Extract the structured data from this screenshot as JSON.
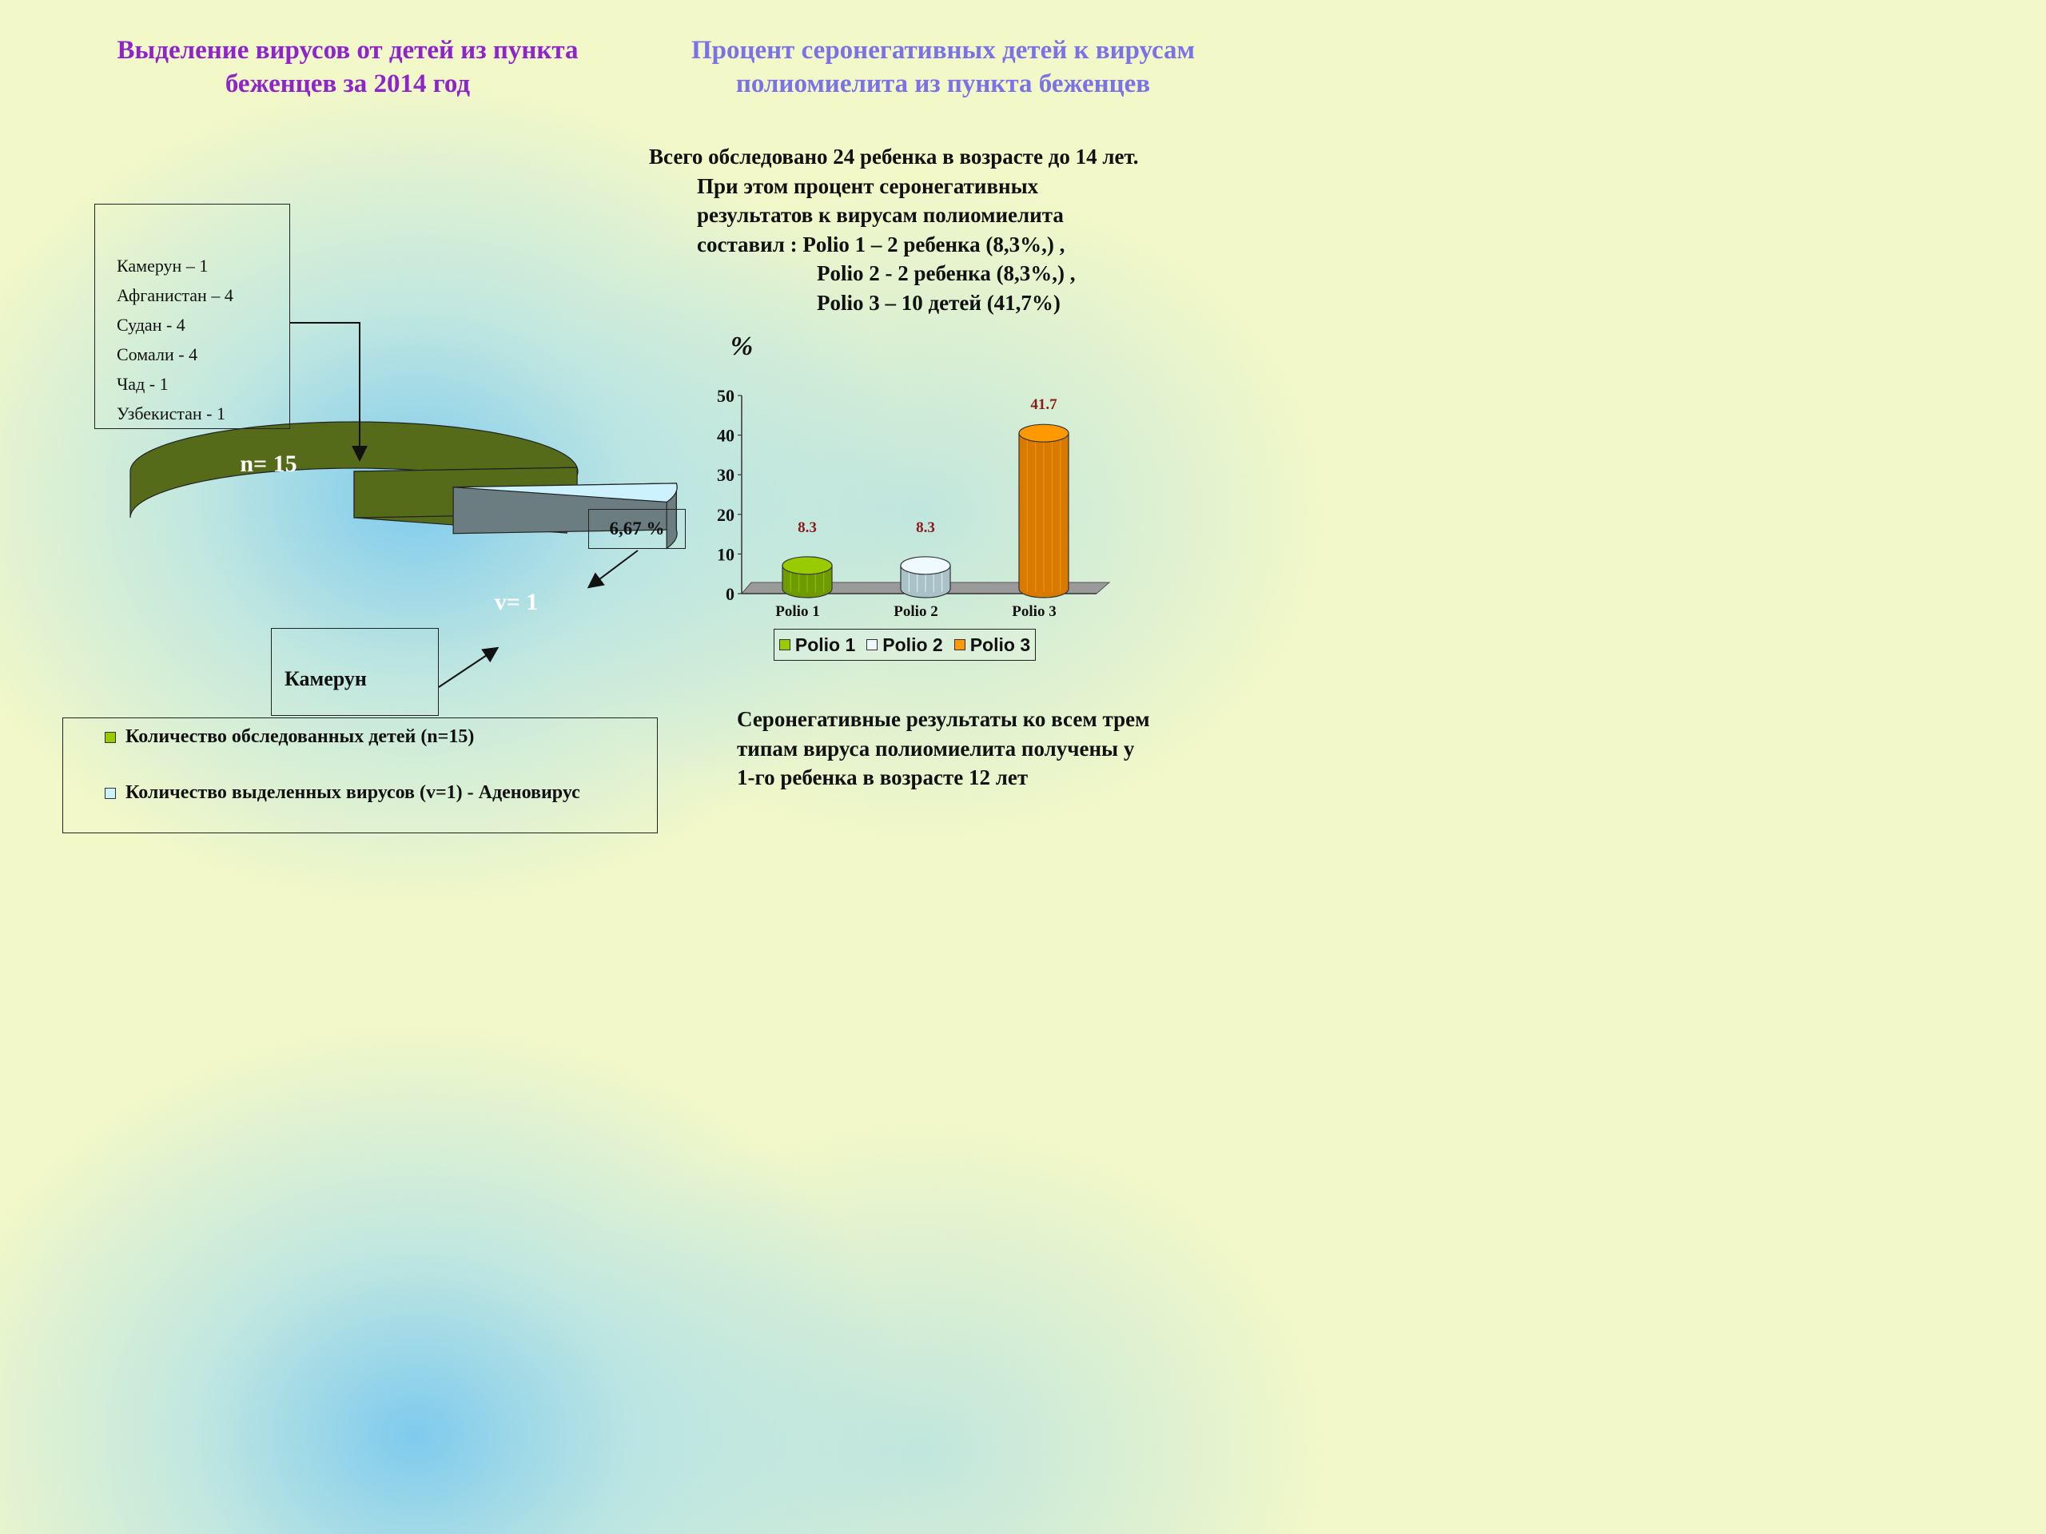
{
  "titles": {
    "left": [
      "Выделение вирусов от детей из пункта",
      "беженцев за 2014 год"
    ],
    "right": [
      "Процент серонегативных детей к вирусам",
      "полиомиелита из пункта беженцев"
    ]
  },
  "info_text": [
    "Всего  обследовано 24 ребенка в возрасте до 14 лет.",
    "При этом процент серонегативных",
    "результатов к вирусам полиомиелита",
    "составил : Polio 1 –  2 ребенка (8,3%,) ,",
    "Polio 2 - 2 ребенка (8,3%,) ,",
    "Polio 3 – 10 детей (41,7%)"
  ],
  "note_text": [
    "Серонегативные результаты ко всем трем",
    "типам  вируса полиомиелита получены у",
    "1-го ребенка в возрасте 12 лет"
  ],
  "country_box": {
    "items": [
      "Камерун – 1",
      "Афганистан – 4",
      "Судан  - 4",
      "Сомали - 4",
      "Чад - 1",
      "Узбекистан - 1"
    ]
  },
  "percent_box": "6,67 %",
  "cameroon_box": "Камерун",
  "colors": {
    "green": "#99cc00",
    "green_side": "#556b1a",
    "light": "#ccf2ff",
    "light_side": "#6b7d80",
    "orange": "#ff9900",
    "title_left": "#8e24c9",
    "title_right": "#7b72e8",
    "data_label": "#8b1a1a"
  },
  "chart_data": [
    {
      "type": "pie",
      "style": "3d-exploded",
      "slices": [
        {
          "label": "n= 15",
          "value": 15,
          "color": "#99cc00"
        },
        {
          "label": "v= 1",
          "value": 1,
          "color": "#ccf2ff"
        }
      ],
      "legend": [
        "Количество обследованных детей (n=15)",
        "Количество выделенных вирусов (v=1) - Аденовирус"
      ]
    },
    {
      "type": "bar",
      "style": "3d-cylinder",
      "ylabel": "%",
      "ylim": [
        0,
        50
      ],
      "yticks": [
        0,
        10,
        20,
        30,
        40,
        50
      ],
      "categories": [
        "Polio 1",
        "Polio 2",
        "Polio 3"
      ],
      "series": [
        {
          "name": "Polio 1",
          "values": [
            8.3
          ],
          "color": "#99cc00"
        },
        {
          "name": "Polio 2",
          "values": [
            8.3
          ],
          "color": "#ccf2ff"
        },
        {
          "name": "Polio 3",
          "values": [
            41.7
          ],
          "color": "#ff9900"
        }
      ],
      "data_labels": [
        "8.3",
        "8.3",
        "41.7"
      ],
      "legend": [
        "Polio 1",
        "Polio 2",
        "Polio 3"
      ]
    }
  ]
}
